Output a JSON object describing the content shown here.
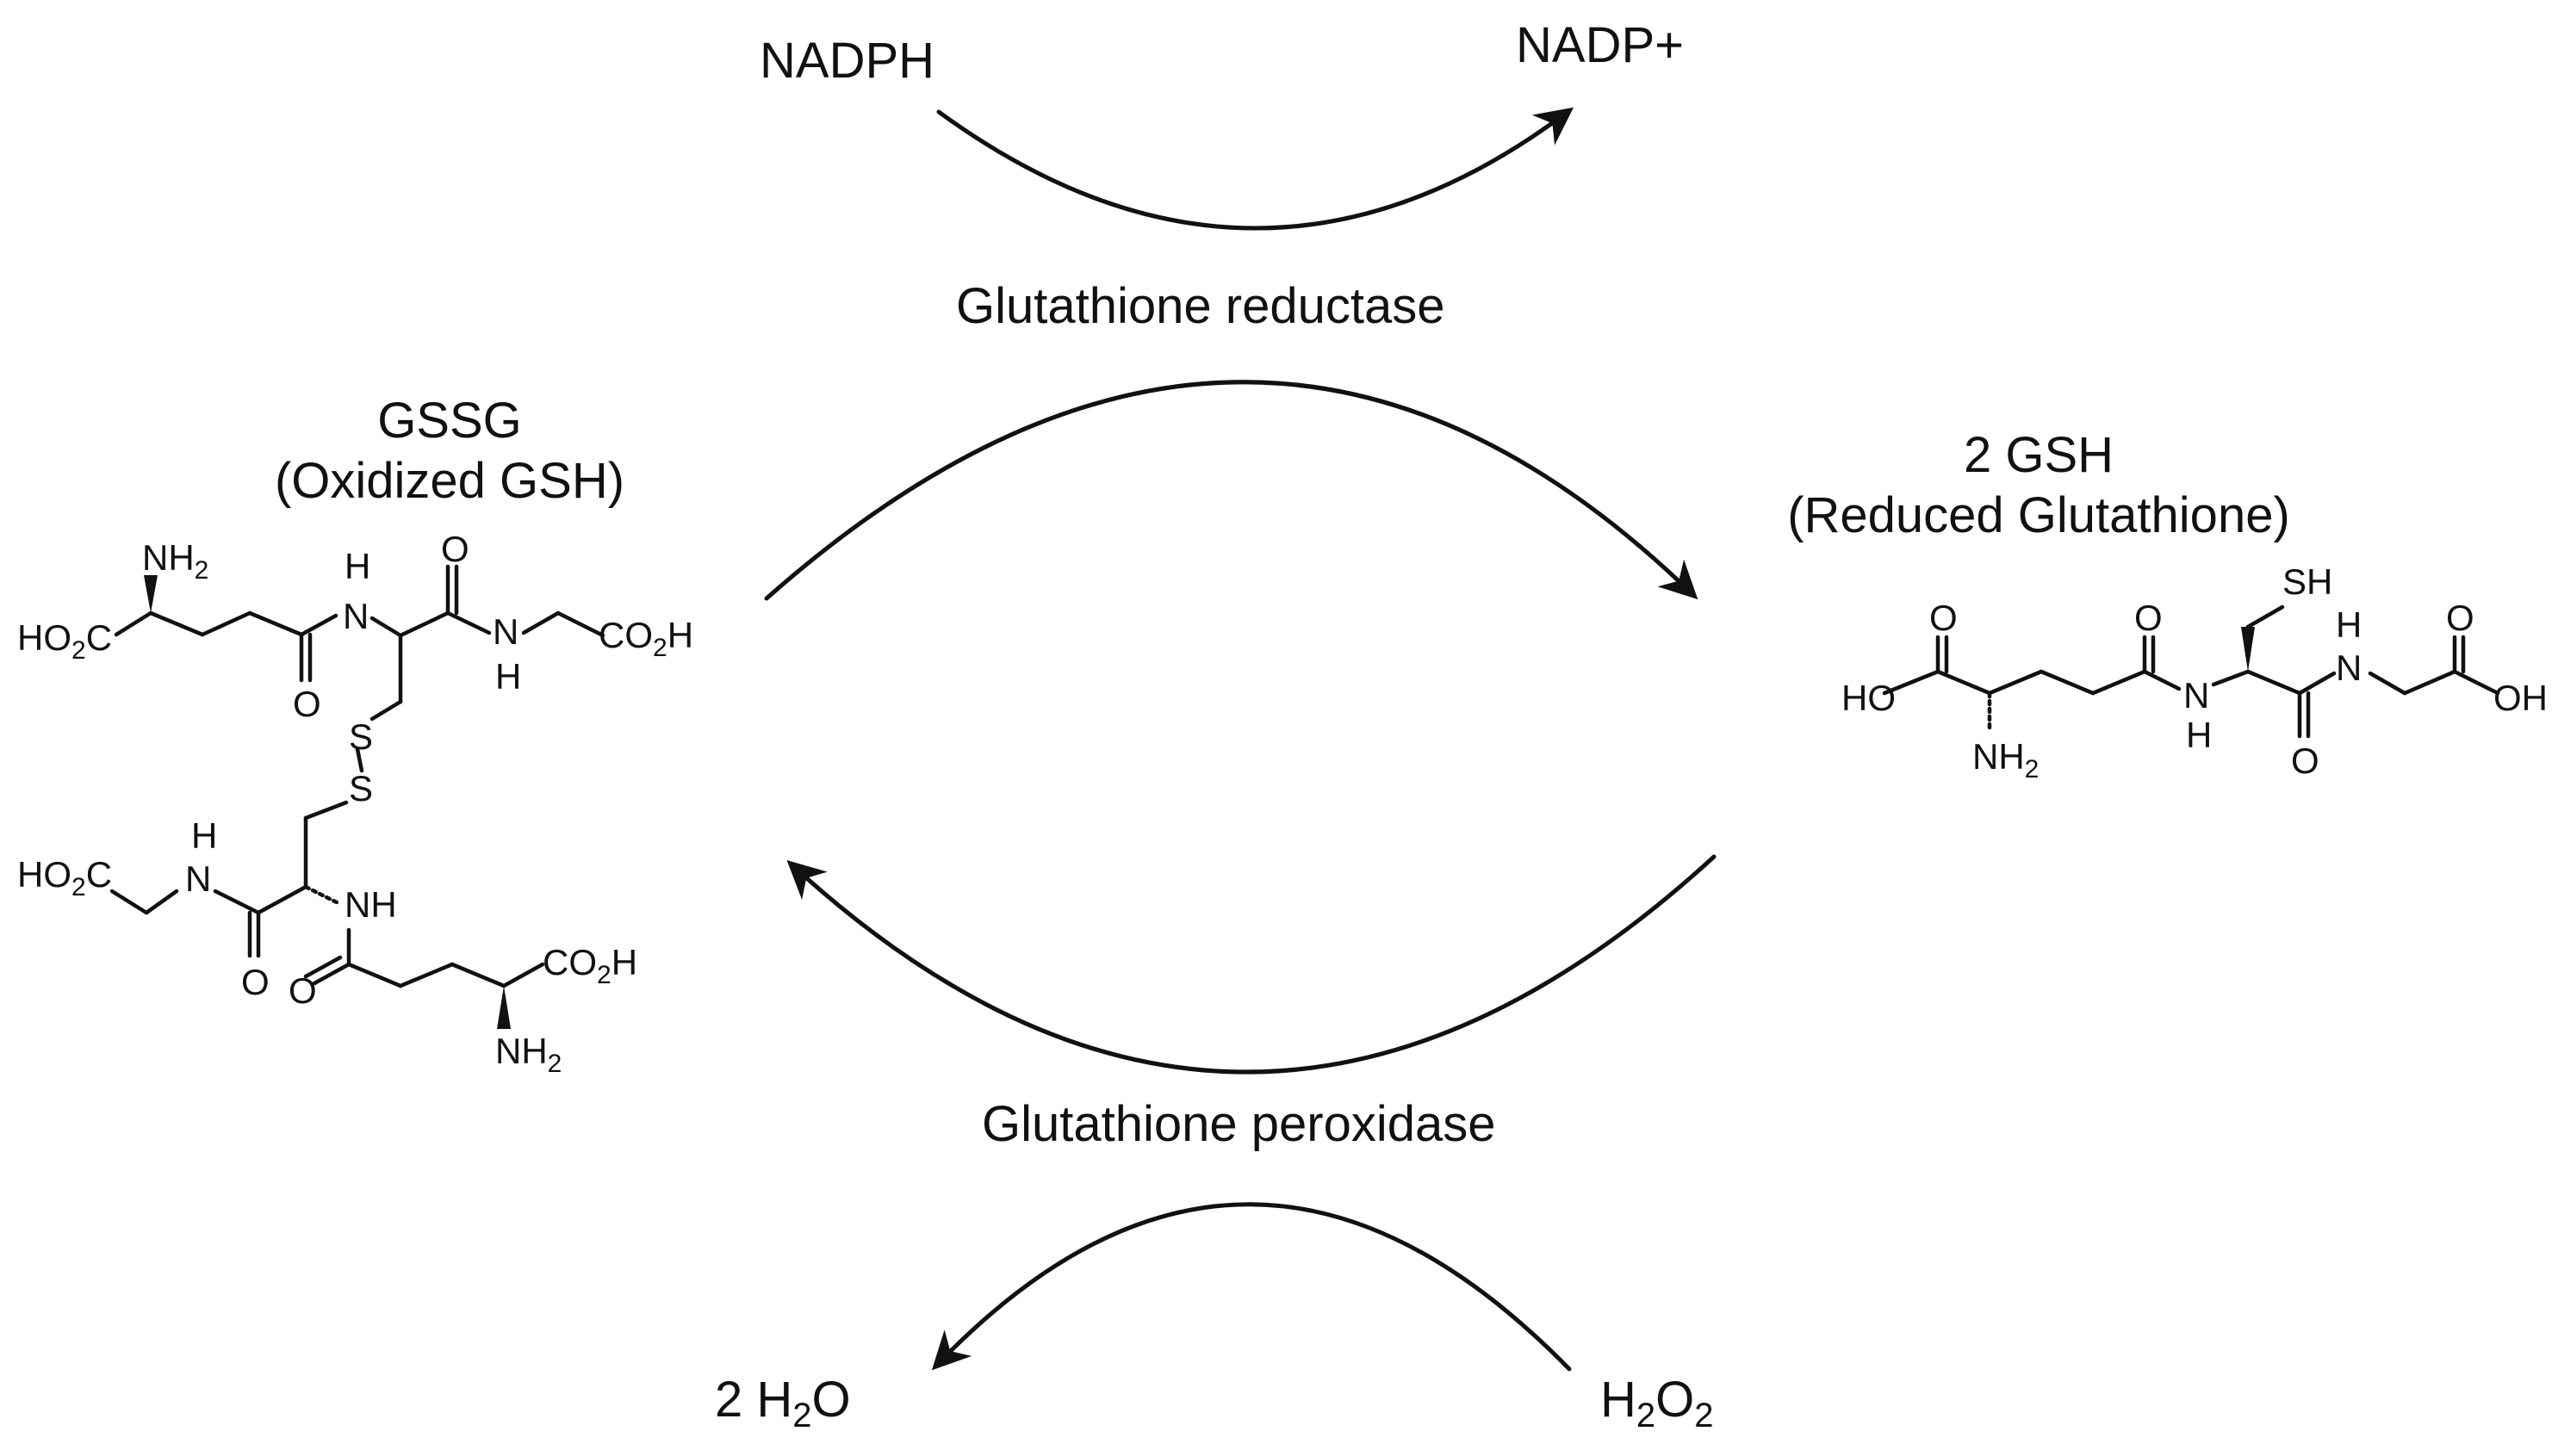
{
  "diagram": {
    "title": "",
    "cofactors": {
      "nadph": "NADPH",
      "nadp_plus": "NADP+",
      "water": {
        "prefix": "2 H",
        "sub": "2",
        "suffix": "O"
      },
      "peroxide": {
        "prefix": "H",
        "sub1": "2",
        "mid": "O",
        "sub2": "2"
      }
    },
    "enzymes": {
      "reductase": "Glutathione reductase",
      "peroxidase": "Glutathione peroxidase"
    },
    "gssg": {
      "name": "GSSG",
      "description": "(Oxidized GSH)",
      "atoms": {
        "nh2_label": "NH",
        "nh2_sub": "2",
        "ho2c_prefix": "HO",
        "ho2c_sub": "2",
        "ho2c_suffix": "C",
        "co2h_prefix": "CO",
        "co2h_sub": "2",
        "co2h_suffix": "H",
        "h": "H",
        "n": "N",
        "nh": "NH",
        "o": "O",
        "s": "S"
      }
    },
    "gsh": {
      "name": "2 GSH",
      "description": "(Reduced Glutathione)",
      "atoms": {
        "ho": "HO",
        "oh": "OH",
        "sh": "SH",
        "n": "N",
        "h": "H",
        "o": "O",
        "nh2_label": "NH",
        "nh2_sub": "2"
      }
    },
    "arrows": [
      {
        "from": "NADPH",
        "to": "NADP+"
      },
      {
        "from": "GSSG",
        "to": "2 GSH",
        "via": "Glutathione reductase"
      },
      {
        "from": "2 GSH",
        "to": "GSSG",
        "via": "Glutathione peroxidase"
      },
      {
        "from": "H2O2",
        "to": "2 H2O"
      }
    ],
    "colors": {
      "ink": "#111111",
      "background": "#ffffff"
    }
  }
}
